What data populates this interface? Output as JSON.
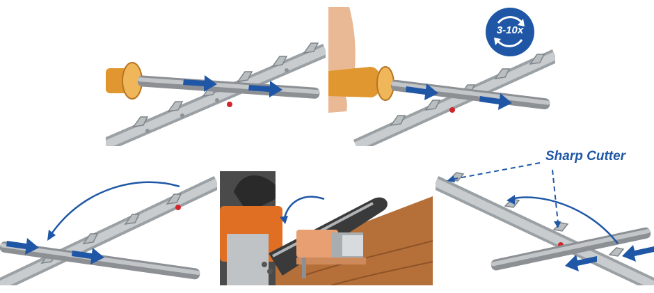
{
  "badge": {
    "text": "3-10x"
  },
  "annotation": {
    "sharp_cutter": "Sharp Cutter"
  },
  "colors": {
    "arrow_blue": "#1f57a6",
    "handle_orange": "#e0972f",
    "chainsaw_orange": "#e06f24",
    "wood": "#b5703a"
  },
  "icons": [
    "file-tool",
    "chain",
    "direction-arrow",
    "repeat-icon",
    "vise",
    "chainsaw"
  ]
}
